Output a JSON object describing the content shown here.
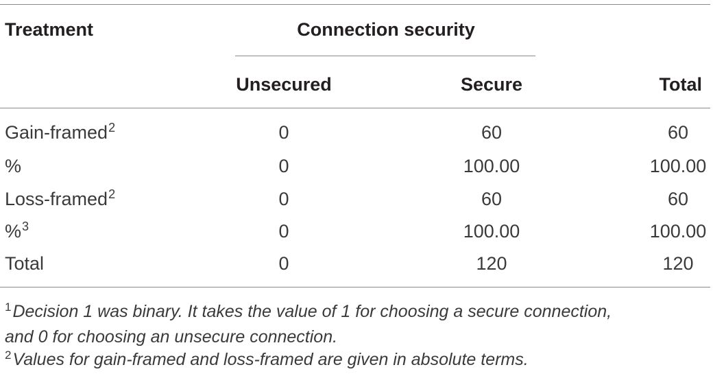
{
  "table": {
    "header": {
      "treatment": "Treatment",
      "group": "Connection security",
      "columns": [
        "Unsecured",
        "Secure",
        "Total"
      ]
    },
    "rows": [
      {
        "label": "Gain-framed",
        "sup": "2",
        "unsecured": "0",
        "secure": "60",
        "total": "60"
      },
      {
        "label": "%",
        "sup": "",
        "unsecured": "0",
        "secure": "100.00",
        "total": "100.00"
      },
      {
        "label": "Loss-framed",
        "sup": "2",
        "unsecured": "0",
        "secure": "60",
        "total": "60"
      },
      {
        "label": "%",
        "sup": "3",
        "unsecured": "0",
        "secure": "100.00",
        "total": "100.00"
      },
      {
        "label": "Total",
        "sup": "",
        "unsecured": "0",
        "secure": "120",
        "total": "120"
      }
    ]
  },
  "footnotes": [
    {
      "mark": "1",
      "line1": "Decision 1 was binary. It takes the value of 1 for choosing a secure connection,",
      "line2": "and 0 for choosing an unsecure connection."
    },
    {
      "mark": "2",
      "line1": "Values for gain-framed and loss-framed are given in absolute terms."
    }
  ]
}
